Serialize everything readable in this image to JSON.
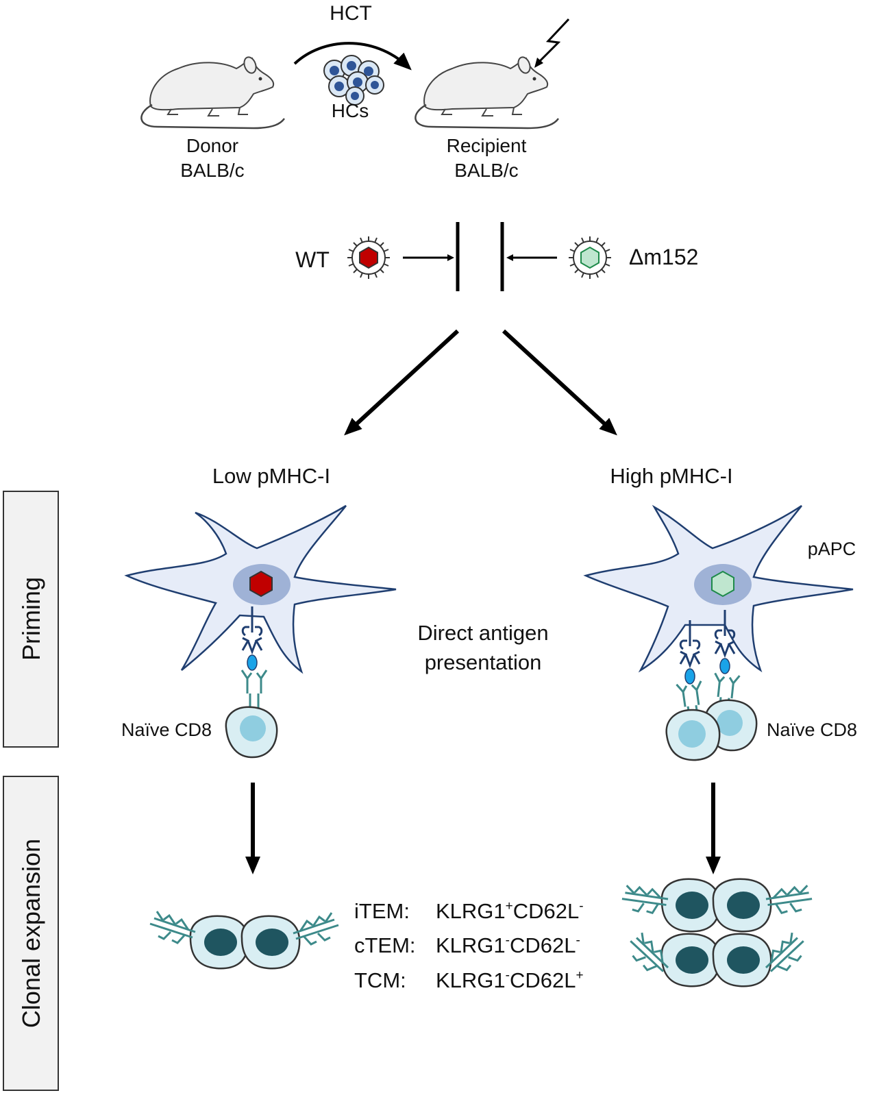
{
  "transplant": {
    "hct_label": "HCT",
    "hcs_label": "HCs",
    "donor_line1": "Donor",
    "donor_line2": "BALB/c",
    "recipient_line1": "Recipient",
    "recipient_line2": "BALB/c"
  },
  "viruses": {
    "wt_label": "WT",
    "mutant_label": "Δm152"
  },
  "branches": {
    "left_label": "Low pMHC-I",
    "right_label": "High pMHC-I"
  },
  "stages": {
    "priming": "Priming",
    "clonal_expansion": "Clonal expansion"
  },
  "priming": {
    "papc_label": "pAPC",
    "center_line1": "Direct antigen",
    "center_line2": "presentation",
    "naive_left": "Naïve CD8",
    "naive_right": "Naïve CD8"
  },
  "phenotypes": [
    {
      "name": "iTEM:",
      "m1": "KLRG1",
      "s1": "+",
      "m2": "CD62L",
      "s2": "-"
    },
    {
      "name": "cTEM:",
      "m1": "KLRG1",
      "s1": "-",
      "m2": "CD62L",
      "s2": "-"
    },
    {
      "name": "TCM:",
      "m1": "KLRG1",
      "s1": "-",
      "m2": "CD62L",
      "s2": "+"
    }
  ],
  "colors": {
    "wt_capsid": "#c00000",
    "mutant_capsid": "#bfe6cf",
    "apc_body": "#e6ecf8",
    "apc_nucleus": "#9fb2d6",
    "naive_cell": "#d9eef3",
    "effector_nucleus": "#1f5560",
    "tcr": "#3d8a8a"
  }
}
